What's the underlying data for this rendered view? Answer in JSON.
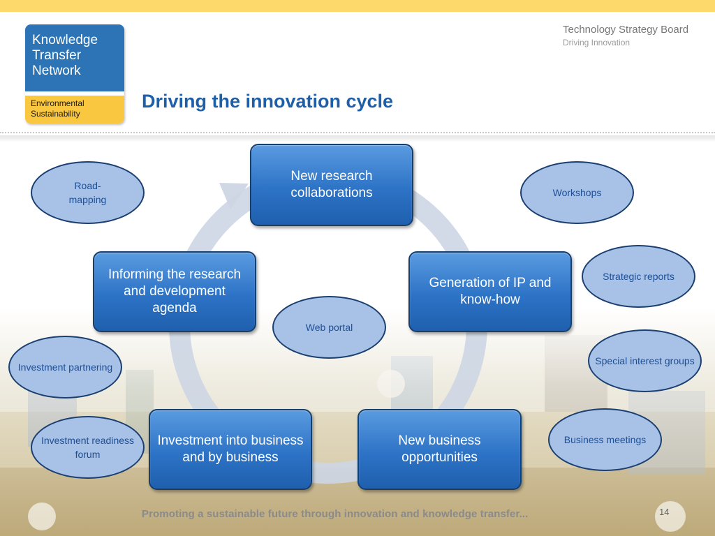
{
  "logo": {
    "line1": "Knowledge",
    "line2": "Transfer",
    "line3": "Network",
    "sub1": "Environmental",
    "sub2": "Sustainability"
  },
  "brand": {
    "name": "Technology Strategy Board",
    "tagline": "Driving Innovation"
  },
  "title": "Driving the innovation cycle",
  "cycle_boxes": {
    "top": "New research collaborations",
    "right": "Generation of IP and know-how",
    "bottom_right": "New business opportunities",
    "bottom_left": "Investment into business and by business",
    "left": "Informing the research and development agenda"
  },
  "ovals": {
    "roadmapping": "Road-\nmapping",
    "workshops": "Workshops",
    "strategic_reports": "Strategic reports",
    "special_interest_groups": "Special interest groups",
    "business_meetings": "Business meetings",
    "web_portal": "Web portal",
    "investment_partnering": "Investment partnering",
    "investment_readiness_forum": "Investment readiness forum"
  },
  "footer": {
    "tagline": "Promoting a sustainable future through innovation and knowledge transfer...",
    "page_number": "14"
  },
  "colors": {
    "top_bar": "#fcd96a",
    "title": "#1f5fa8",
    "box_fill": "#2d73c6",
    "oval_fill": "#a8c1e7",
    "cycle_arrow": "#cdd6e4"
  }
}
